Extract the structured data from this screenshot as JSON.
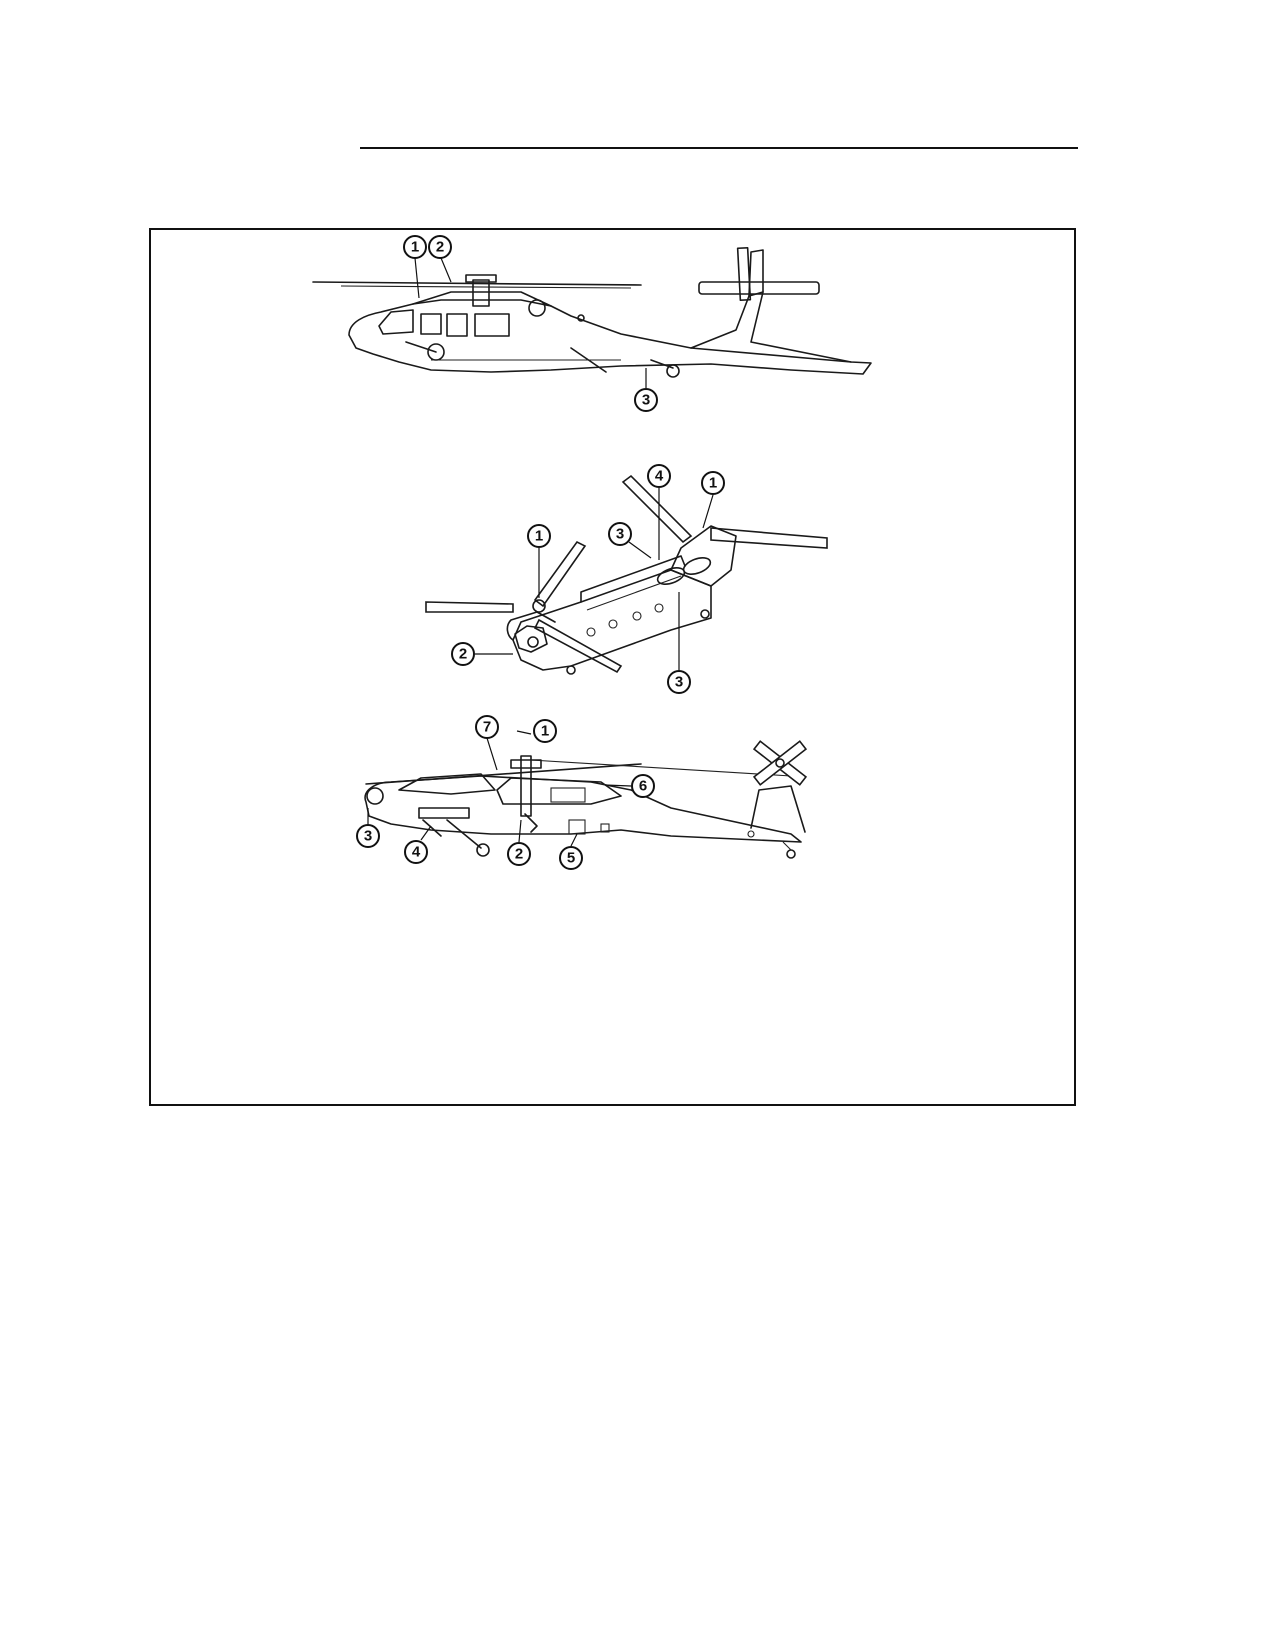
{
  "figure": {
    "uh60": {
      "callouts": [
        "1",
        "2",
        "3"
      ]
    },
    "ch47": {
      "callouts": [
        "4",
        "1",
        "3",
        "1",
        "2",
        "3"
      ]
    },
    "ah64": {
      "callouts": [
        "7",
        "1",
        "6",
        "3",
        "4",
        "2",
        "5"
      ]
    }
  }
}
